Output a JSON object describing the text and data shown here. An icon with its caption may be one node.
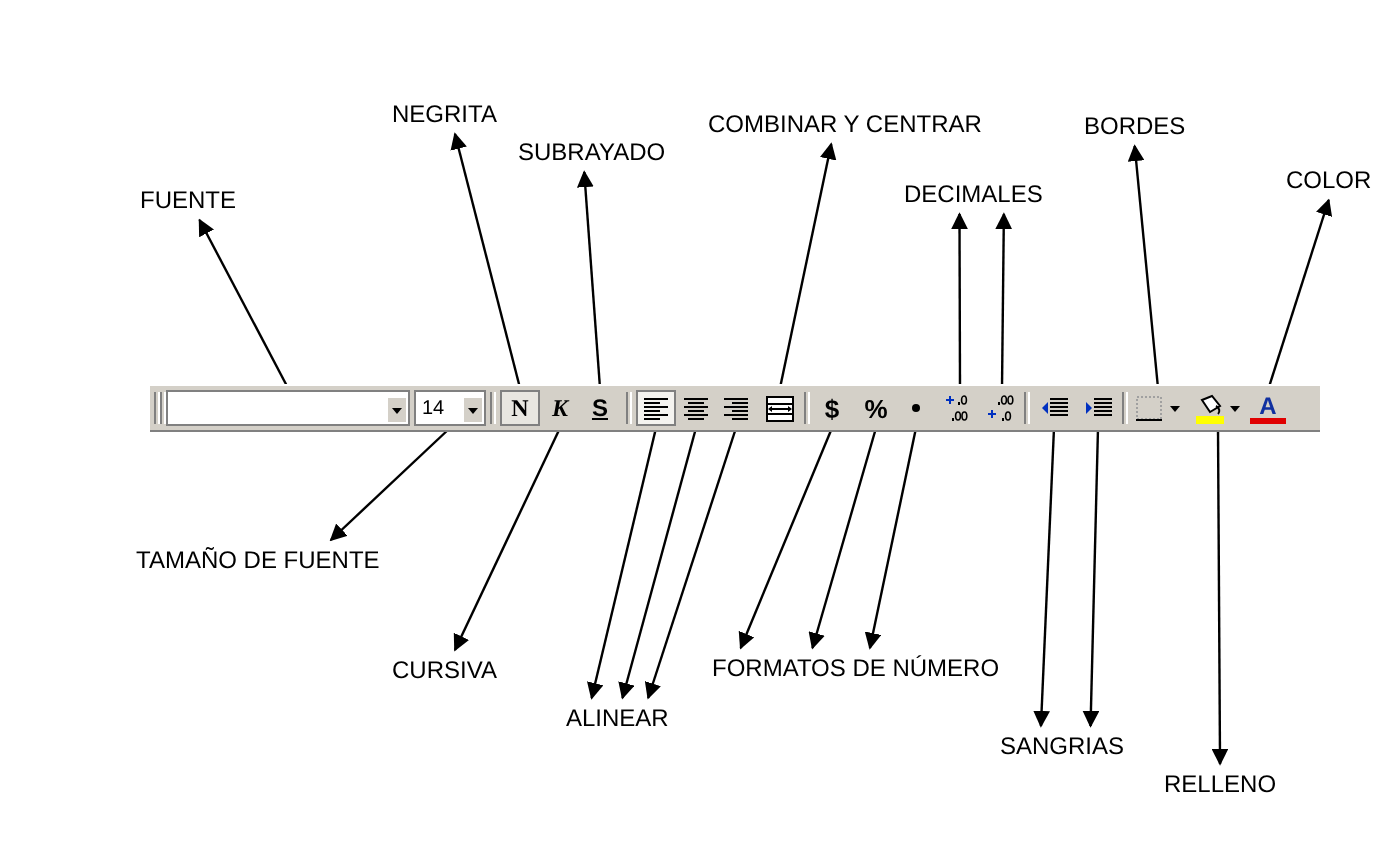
{
  "diagram": {
    "nodes": [
      {
        "text": [],
        "shape": "bar"
      },
      {
        "text": [],
        "shape": "box",
        "in": 0
      },
      {
        "text": [
          "14"
        ],
        "in": 0
      },
      {
        "text": [
          "N"
        ],
        "in": 0
      },
      {
        "text": [
          "K"
        ],
        "in": 0
      },
      {
        "text": [
          "S"
        ],
        "in": 0
      },
      {
        "text": [],
        "shape": "box",
        "in": 0
      },
      {
        "text": [],
        "shape": "box",
        "in": 0
      },
      {
        "text": [],
        "shape": "box",
        "in": 0
      },
      {
        "text": [],
        "shape": "box",
        "in": 0
      },
      {
        "text": [
          "$"
        ],
        "in": 0
      },
      {
        "text": [
          "%"
        ],
        "in": 0
      },
      {
        "text": [],
        "shape": "box",
        "in": 0
      },
      {
        "text": [],
        "shape": "box",
        "in": 0
      },
      {
        "text": [],
        "shape": "box",
        "in": 0
      },
      {
        "text": [],
        "shape": "box",
        "in": 0
      },
      {
        "text": [],
        "shape": "box",
        "in": 0
      },
      {
        "text": [],
        "shape": "box",
        "in": 0
      },
      {
        "text": [],
        "shape": "box",
        "in": 0
      },
      {
        "text": [
          "A"
        ],
        "in": 0
      },
      {
        "text": [
          "FUENTE"
        ]
      },
      {
        "text": [
          "NEGRITA"
        ]
      },
      {
        "text": [
          "SUBRAYADO"
        ]
      },
      {
        "text": [
          "COMBINAR Y CENTRAR"
        ]
      },
      {
        "text": [
          "DECIMALES"
        ]
      },
      {
        "text": [
          "BORDES"
        ]
      },
      {
        "text": [
          "COLOR"
        ]
      },
      {
        "text": [
          "TAMAÑO DE FUENTE"
        ]
      },
      {
        "text": [
          "CURSIVA"
        ]
      },
      {
        "text": [
          "ALINEAR"
        ]
      },
      {
        "text": [
          "FORMATOS DE NÚMERO"
        ]
      },
      {
        "text": [
          "SANGRIAS"
        ]
      },
      {
        "text": [
          "RELLENO"
        ]
      }
    ],
    "edges": [
      {
        "from": 1,
        "to": 20,
        "arrow": "to"
      },
      {
        "from": 3,
        "to": 21,
        "arrow": "to"
      },
      {
        "from": 5,
        "to": 22,
        "arrow": "to"
      },
      {
        "from": 9,
        "to": 23,
        "arrow": "to"
      },
      {
        "from": 13,
        "to": 24,
        "arrow": "to"
      },
      {
        "from": 14,
        "to": 24,
        "arrow": "to"
      },
      {
        "from": 17,
        "to": 25,
        "arrow": "to"
      },
      {
        "from": 19,
        "to": 26,
        "arrow": "to"
      },
      {
        "from": 2,
        "to": 27,
        "arrow": "to"
      },
      {
        "from": 4,
        "to": 28,
        "arrow": "to"
      },
      {
        "from": 6,
        "to": 29,
        "arrow": "to"
      },
      {
        "from": 7,
        "to": 29,
        "arrow": "to"
      },
      {
        "from": 8,
        "to": 29,
        "arrow": "to"
      },
      {
        "from": 10,
        "to": 30,
        "arrow": "to"
      },
      {
        "from": 11,
        "to": 30,
        "arrow": "to"
      },
      {
        "from": 12,
        "to": 30,
        "arrow": "to"
      },
      {
        "from": 15,
        "to": 31,
        "arrow": "to"
      },
      {
        "from": 16,
        "to": 31,
        "arrow": "to"
      },
      {
        "from": 18,
        "to": 32,
        "arrow": "to"
      }
    ]
  }
}
